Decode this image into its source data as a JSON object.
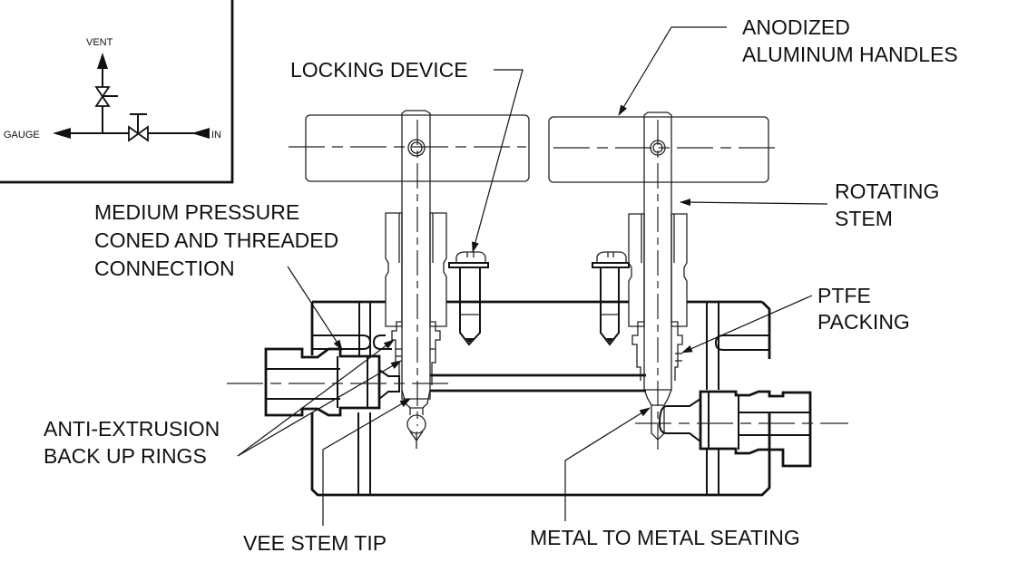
{
  "diagram": {
    "title": "Two-valve manifold cross-section",
    "schematic": {
      "vent_label": "VENT",
      "gauge_label": "GAUGE",
      "in_label": "IN"
    },
    "callouts": {
      "locking_device": "LOCKING DEVICE",
      "anodized_line1": "ANODIZED",
      "anodized_line2": "ALUMINUM HANDLES",
      "rotating_line1": "ROTATING",
      "rotating_line2": "STEM",
      "medium_line1": "MEDIUM PRESSURE",
      "medium_line2": "CONED AND THREADED",
      "medium_line3": "CONNECTION",
      "ptfe_line1": "PTFE",
      "ptfe_line2": "PACKING",
      "anti_line1": "ANTI-EXTRUSION",
      "anti_line2": "BACK UP RINGS",
      "vee_stem_tip": "VEE STEM TIP",
      "metal_seating": "METAL TO METAL SEATING"
    },
    "colors": {
      "ink": "#111111",
      "paper": "#ffffff"
    }
  }
}
